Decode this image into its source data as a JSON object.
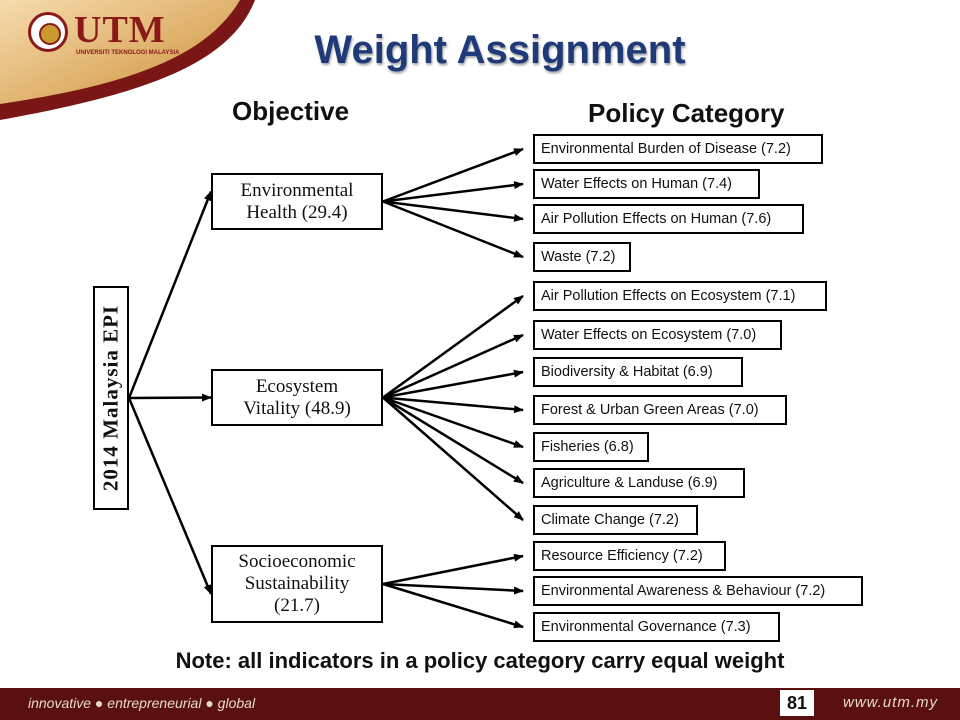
{
  "header": {
    "logo_text": "UTM",
    "logo_sub": "UNIVERSITI TEKNOLOGI MALAYSIA",
    "title": "Weight Assignment",
    "title_color": "#1f3a78"
  },
  "columns": {
    "objective": "Objective",
    "policy": "Policy Category"
  },
  "root": "2014 Malaysia EPI",
  "objectives": [
    {
      "label": "Environmental\nHealth (29.4)",
      "policies": [
        "Environmental Burden of Disease (7.2)",
        "Water Effects on Human (7.4)",
        "Air Pollution Effects on Human (7.6)",
        "Waste (7.2)"
      ]
    },
    {
      "label": "Ecosystem\nVitality (48.9)",
      "policies": [
        "Air Pollution Effects on Ecosystem (7.1)",
        "Water Effects on Ecosystem (7.0)",
        "Biodiversity & Habitat (6.9)",
        "Forest & Urban Green Areas (7.0)",
        "Fisheries (6.8)",
        "Agriculture & Landuse (6.9)",
        "Climate Change (7.2)"
      ]
    },
    {
      "label": "Socioeconomic\nSustainability\n(21.7)",
      "policies": [
        "Resource Efficiency (7.2)",
        "Environmental Awareness & Behaviour (7.2)",
        "Environmental Governance (7.3)"
      ]
    }
  ],
  "note": "Note: all indicators in a policy category carry equal weight",
  "footer": {
    "tagline": "innovative ● entrepreneurial ● global",
    "url": "www.utm.my",
    "page": "81",
    "bar_color": "#5a1010"
  }
}
